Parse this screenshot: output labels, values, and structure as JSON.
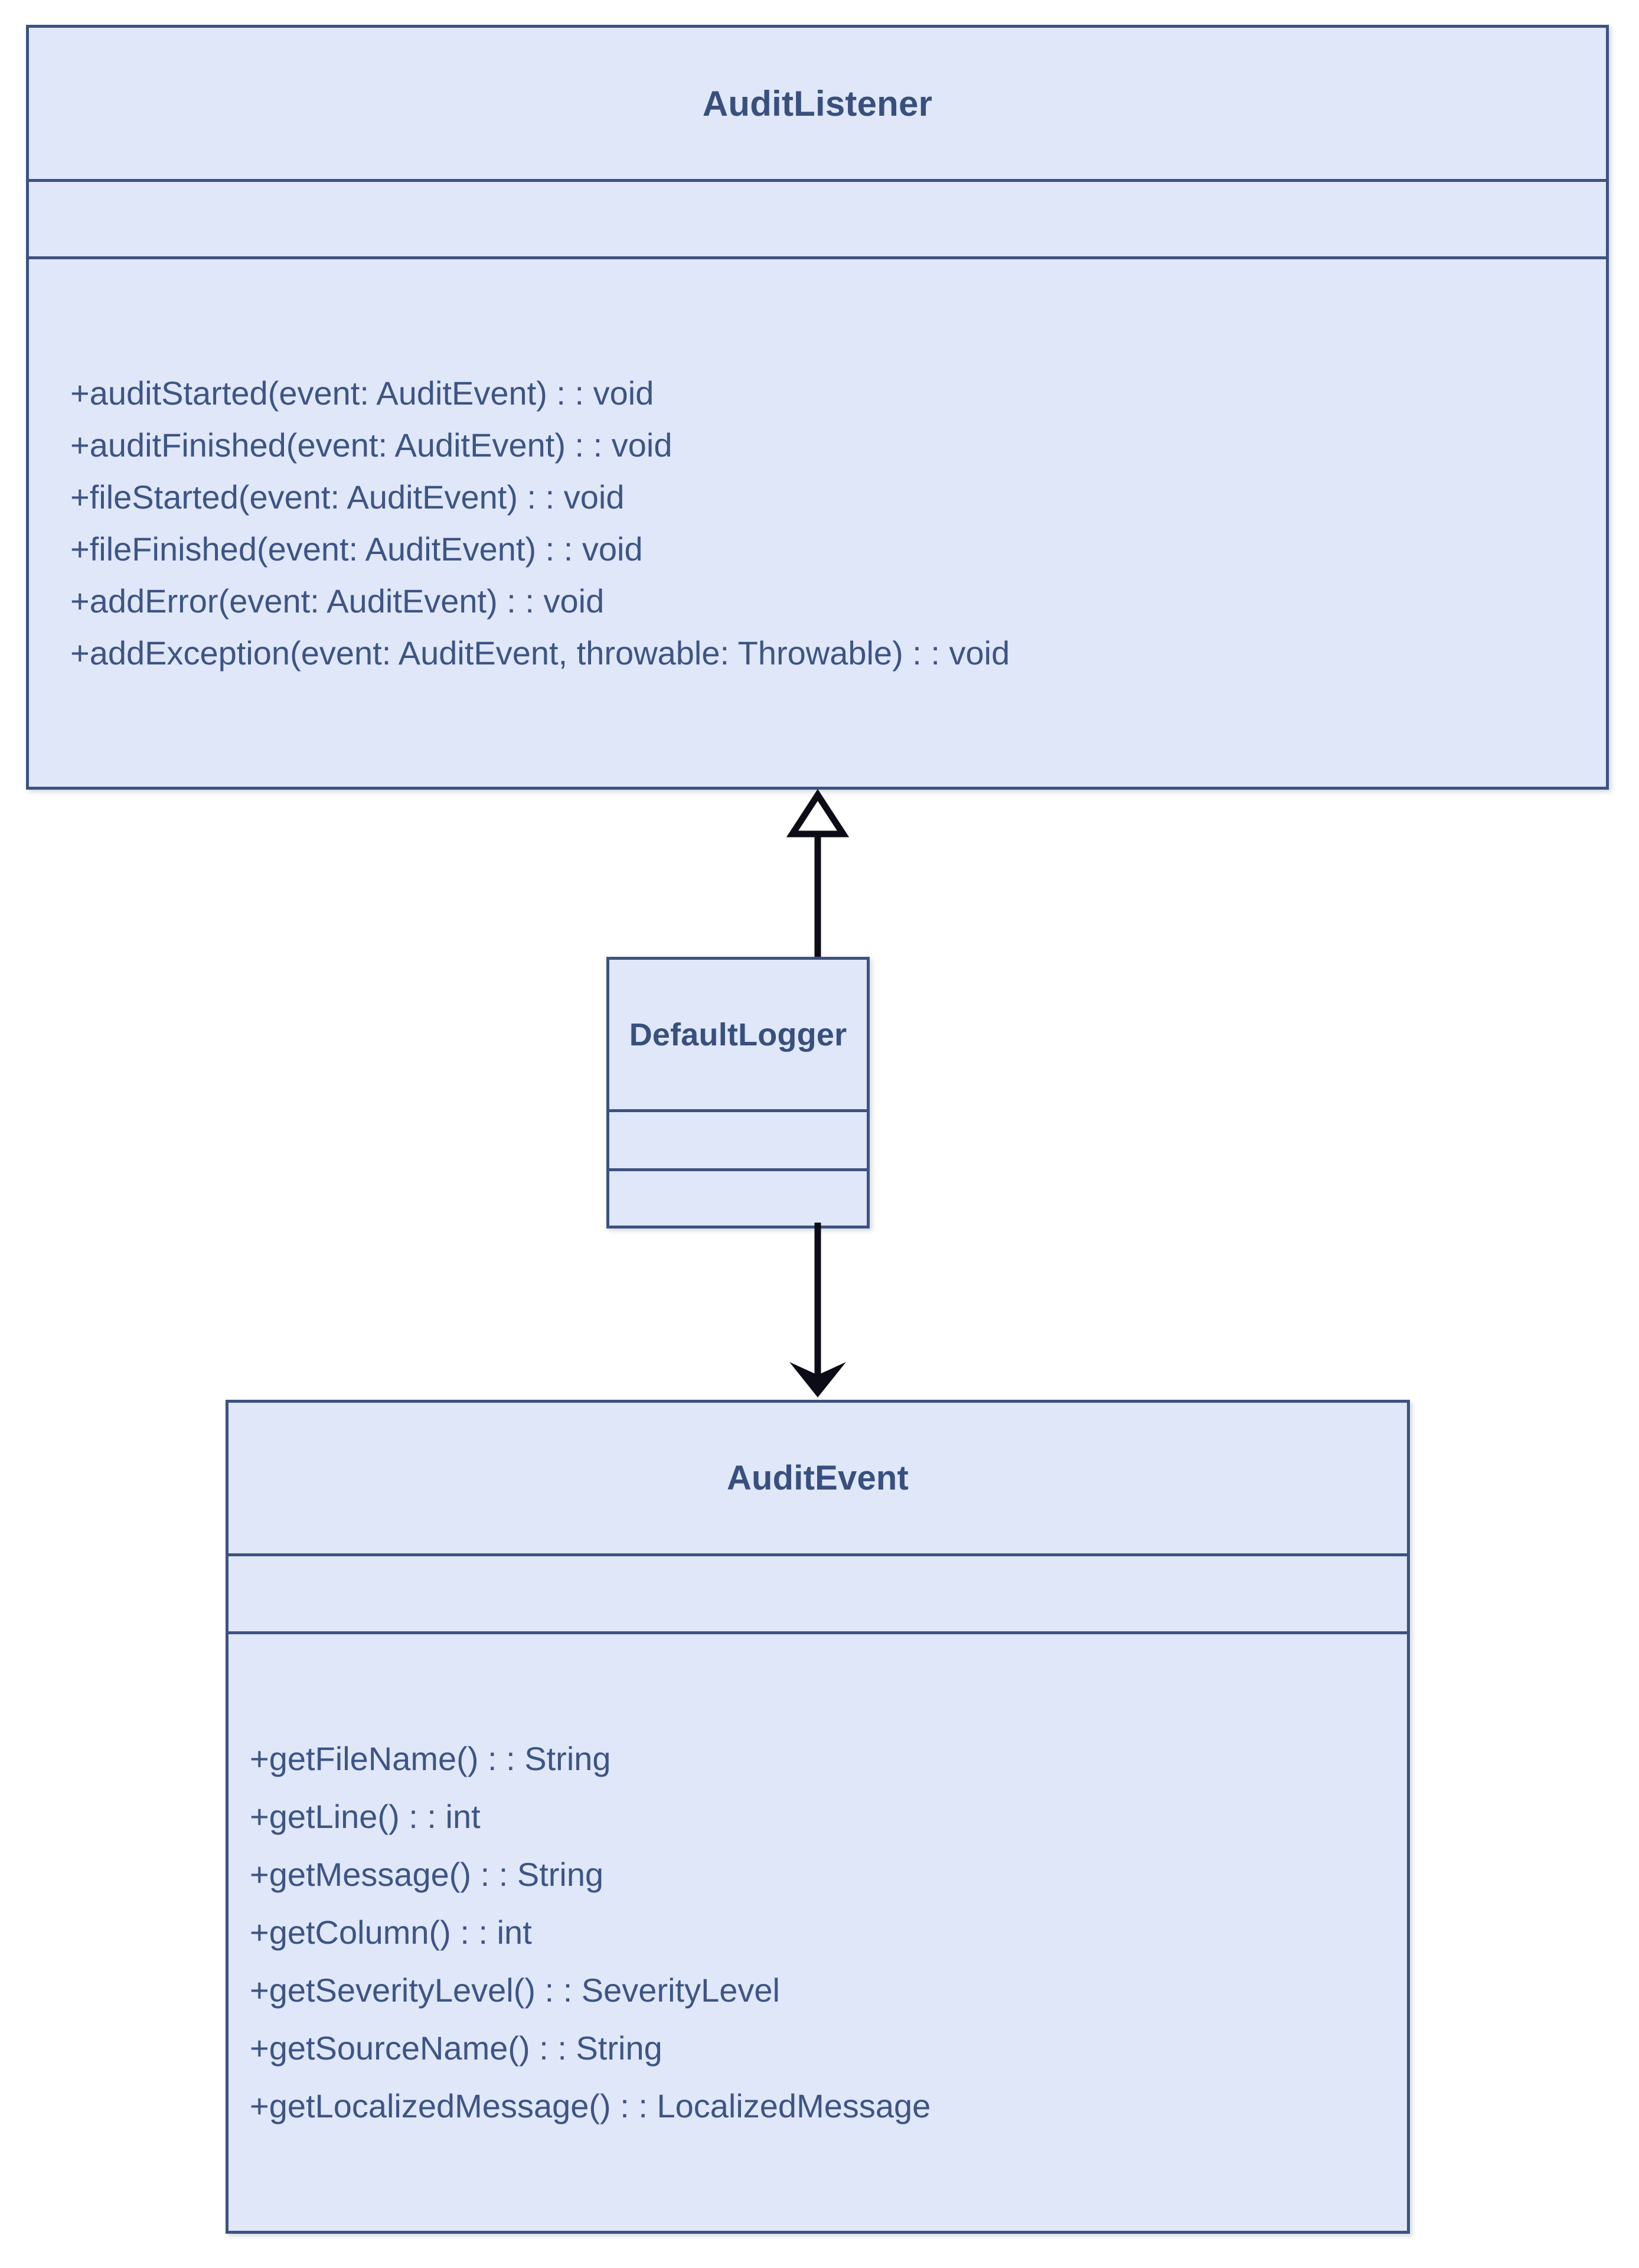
{
  "diagram": {
    "type": "uml-class-diagram",
    "classes": [
      {
        "id": "audit-listener",
        "name": "AuditListener",
        "attributes": [],
        "methods": [
          "+auditStarted(event: AuditEvent) : : void",
          "+auditFinished(event: AuditEvent) : : void",
          "+fileStarted(event: AuditEvent) : : void",
          "+fileFinished(event: AuditEvent) : : void",
          "+addError(event: AuditEvent) : : void",
          "+addException(event: AuditEvent, throwable: Throwable) : : void"
        ]
      },
      {
        "id": "default-logger",
        "name": "DefaultLogger",
        "attributes": [],
        "methods": []
      },
      {
        "id": "audit-event",
        "name": "AuditEvent",
        "attributes": [],
        "methods": [
          "+getFileName() : : String",
          "+getLine() : : int",
          "+getMessage() : : String",
          "+getColumn() : : int",
          "+getSeverityLevel() : : SeverityLevel",
          "+getSourceName() : : String",
          "+getLocalizedMessage() : : LocalizedMessage"
        ]
      }
    ],
    "relations": [
      {
        "id": "inheritance",
        "kind": "generalization",
        "arrowhead": "hollow-triangle",
        "from": "DefaultLogger",
        "to": "AuditListener",
        "direction": "up"
      },
      {
        "id": "dependency",
        "kind": "association",
        "arrowhead": "solid-triangle",
        "from": "DefaultLogger",
        "to": "AuditEvent",
        "direction": "down"
      }
    ],
    "colors": {
      "box_fill": "#dee6f8",
      "box_border": "#3d5282",
      "text": "#3e5484",
      "title_text": "#39507e",
      "connector": "#0b0c15",
      "background": "#ffffff"
    }
  }
}
